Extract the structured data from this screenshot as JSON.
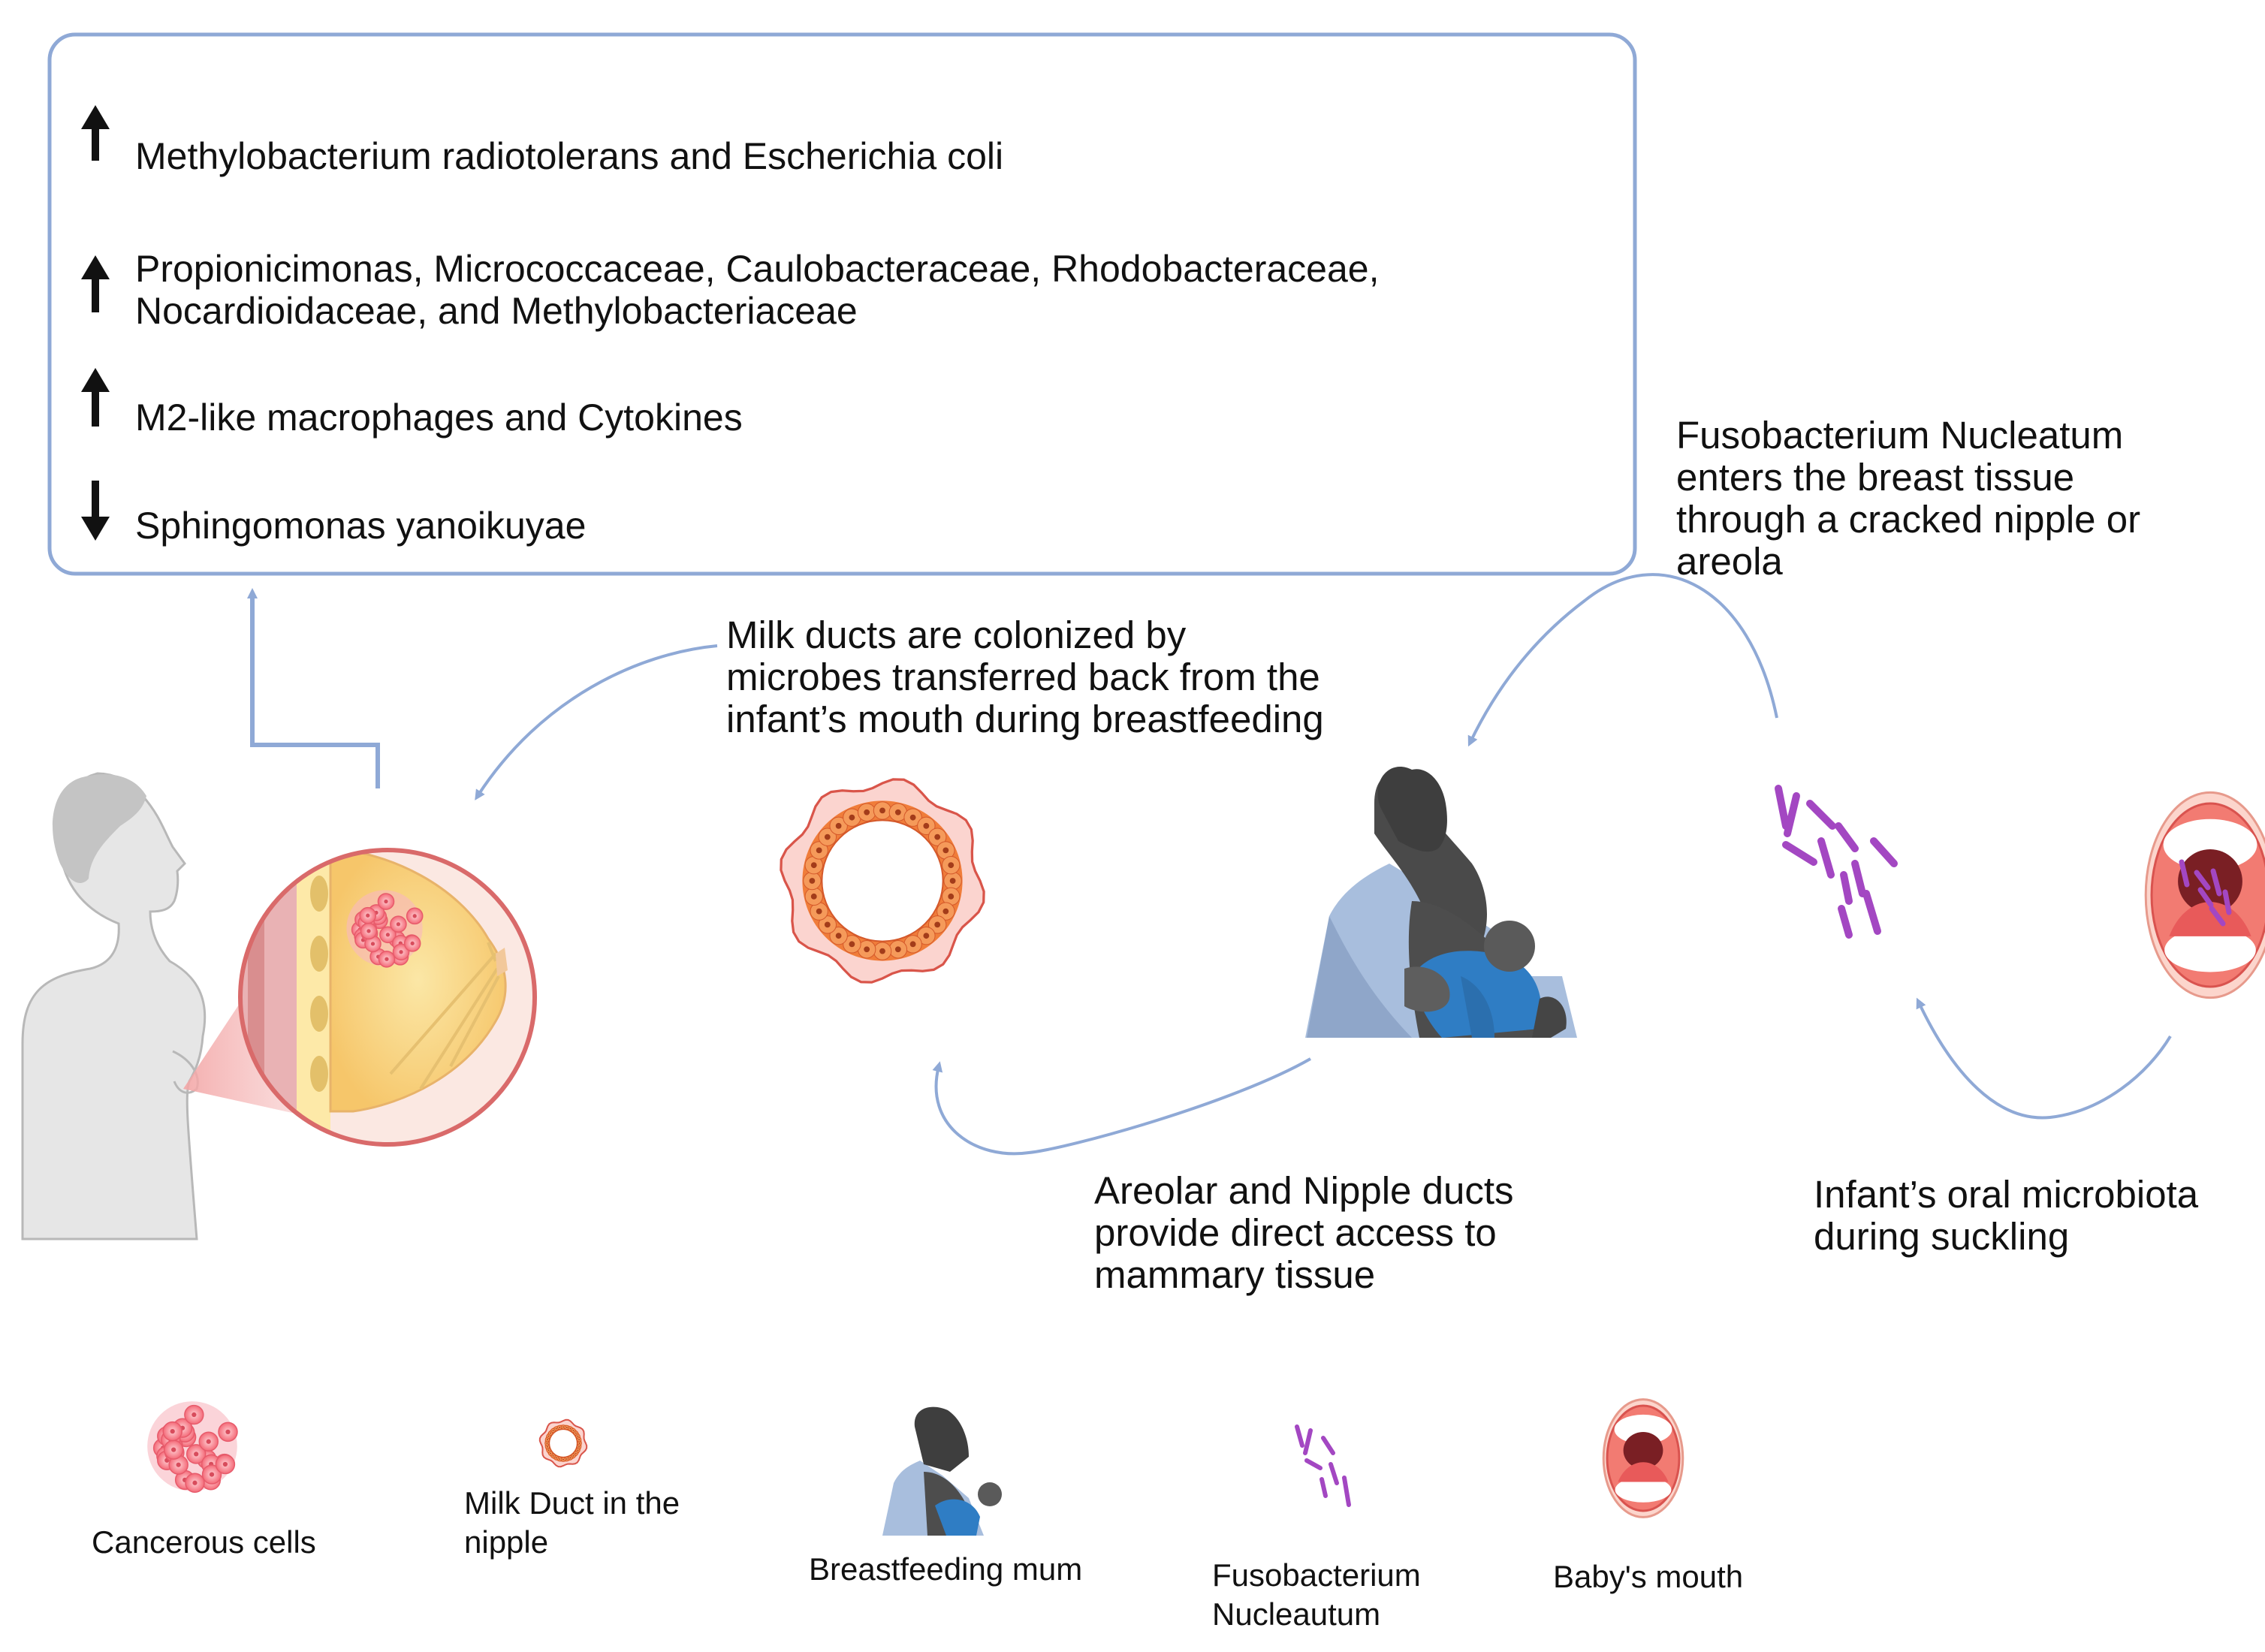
{
  "summary_box": {
    "items": [
      {
        "direction": "up",
        "text": "Methylobacterium radiotolerans and Escherichia coli"
      },
      {
        "direction": "up",
        "lines": [
          "Propionicimonas, Micrococcaceae, Caulobacteraceae, Rhodobacteraceae,",
          "Nocardioidaceae, and Methylobacteriaceae"
        ]
      },
      {
        "direction": "up",
        "text": "M2-like macrophages and Cytokines"
      },
      {
        "direction": "down",
        "text": "Sphingomonas yanoikuyae"
      }
    ]
  },
  "captions": {
    "fusobacterium_entry": [
      "Fusobacterium Nucleatum",
      "enters the breast tissue",
      "through a cracked nipple or",
      "areola"
    ],
    "milk_ducts": [
      "Milk ducts are colonized by",
      "microbes transferred back from the",
      "infant’s mouth during breastfeeding"
    ],
    "areolar_ducts": [
      "Areolar  and Nipple ducts",
      "provide direct access to",
      "mammary tissue"
    ],
    "infant_oral": [
      "Infant’s oral microbiota",
      "during suckling"
    ]
  },
  "legend": {
    "cancer": "Cancerous cells",
    "milk_duct": [
      "Milk Duct in the",
      "nipple"
    ],
    "mum": "Breastfeeding mum",
    "fuso": [
      "Fusobacterium",
      "Nucleautum"
    ],
    "mouth": "Baby's mouth"
  },
  "colors": {
    "box_border": "#8fa9d6",
    "arrow": "#8fa9d6",
    "bacteria": "#a347c2",
    "duct": "#f07d3a",
    "cancer": "#f07580",
    "mum_skin": "#4a4a4a",
    "mum_robe": "#a8bedd",
    "baby_blanket": "#2f7dc4"
  }
}
